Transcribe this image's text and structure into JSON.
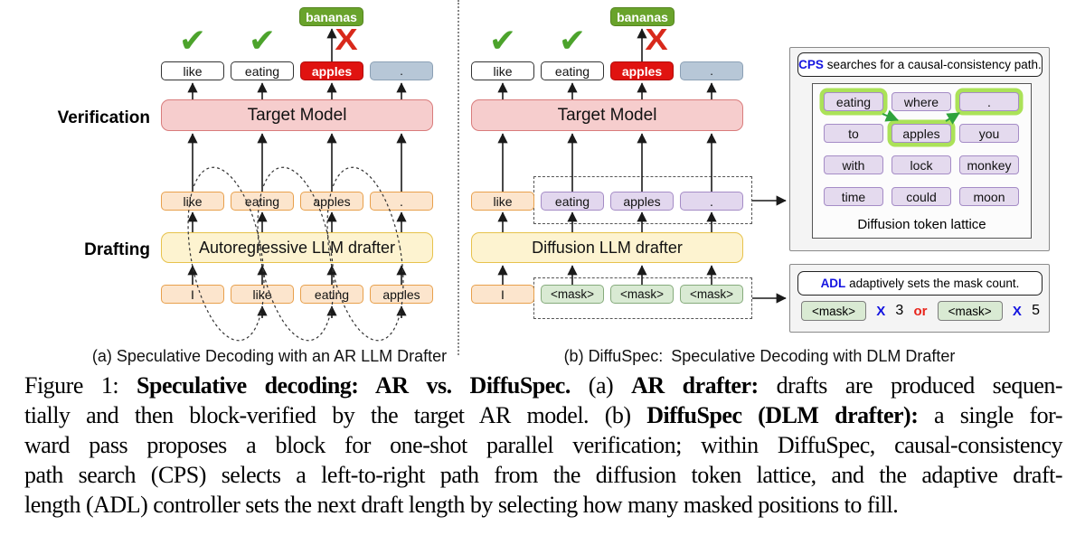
{
  "row_labels": {
    "verification": "Verification",
    "drafting": "Drafting"
  },
  "glyphs": {
    "check": "✔",
    "reject": "X"
  },
  "panel_a": {
    "caption": "(a) Speculative Decoding with an AR LLM Drafter",
    "target_model": "Target Model",
    "drafter": "Autoregressive LLM drafter",
    "accepted_word": "bananas",
    "output_tokens": [
      "like",
      "eating",
      "apples",
      "."
    ],
    "draft_tokens": [
      "like",
      "eating",
      "apples",
      "."
    ],
    "input_tokens": [
      "I",
      "like",
      "eating",
      "apples"
    ]
  },
  "panel_b": {
    "caption": "(b) DiffuSpec: Speculative Decoding with DLM Drafter",
    "target_model": "Target Model",
    "drafter": "Diffusion LLM drafter",
    "accepted_word": "bananas",
    "output_tokens": [
      "like",
      "eating",
      "apples",
      "."
    ],
    "draft_tokens": [
      "like",
      "eating",
      "apples",
      "."
    ],
    "input_tokens": [
      "I",
      "<mask>",
      "<mask>",
      "<mask>"
    ]
  },
  "cps_panel": {
    "header_keyword": "CPS",
    "header_rest": " searches for a causal-consistency path.",
    "lattice_label": "Diffusion token lattice",
    "lattice": [
      [
        "eating",
        "where",
        "."
      ],
      [
        "to",
        "apples",
        "you"
      ],
      [
        "with",
        "lock",
        "monkey"
      ],
      [
        "time",
        "could",
        "moon"
      ]
    ],
    "highlighted_path": [
      "eating",
      "apples",
      "."
    ]
  },
  "adl_panel": {
    "header_keyword": "ADL",
    "header_rest": " adaptively sets the mask count.",
    "mask_token": "<mask>",
    "times_symbol": "X",
    "count_1": "3",
    "or_label": "or",
    "count_2": "5"
  },
  "caption": {
    "l1a": "Figure 1: ",
    "l1b": "Speculative decoding: AR vs. DiffuSpec.",
    "l1c": " (a) ",
    "l1d": "AR drafter:",
    "l1e": " drafts are produced sequen-",
    "l2a": "tially and then block-verified by the target AR model. (b) ",
    "l2b": "DiffuSpec (DLM drafter):",
    "l2c": " a single for-",
    "l3": "ward pass proposes a block for one-shot parallel verification; within DiffuSpec, causal-consistency",
    "l4": "path search (CPS) selects a left-to-right path from the diffusion token lattice, and the adaptive draft-",
    "l5": "length (ADL) controller sets the next draft length by selecting how many masked positions to fill."
  },
  "colors": {
    "accept_check": "#4ca32c",
    "reject_x": "#d8291b",
    "banana_green": "#69a32b",
    "apples_red": "#e01310",
    "token_orange_fill": "#fce5cd",
    "token_orange_border": "#e8a04c",
    "token_purple_fill": "#e2d7ee",
    "token_purple_border": "#a58cc6",
    "mask_green_fill": "#d9ead3",
    "target_model_fill": "#f6cdcd",
    "target_model_border": "#d97c7c",
    "drafter_fill": "#fdf3d0",
    "drafter_border": "#e7c24c",
    "gray_token_fill": "#b7c7d7",
    "highlight_green": "#abe258",
    "keyword_blue": "#1414e0",
    "or_red": "#e8251c"
  }
}
